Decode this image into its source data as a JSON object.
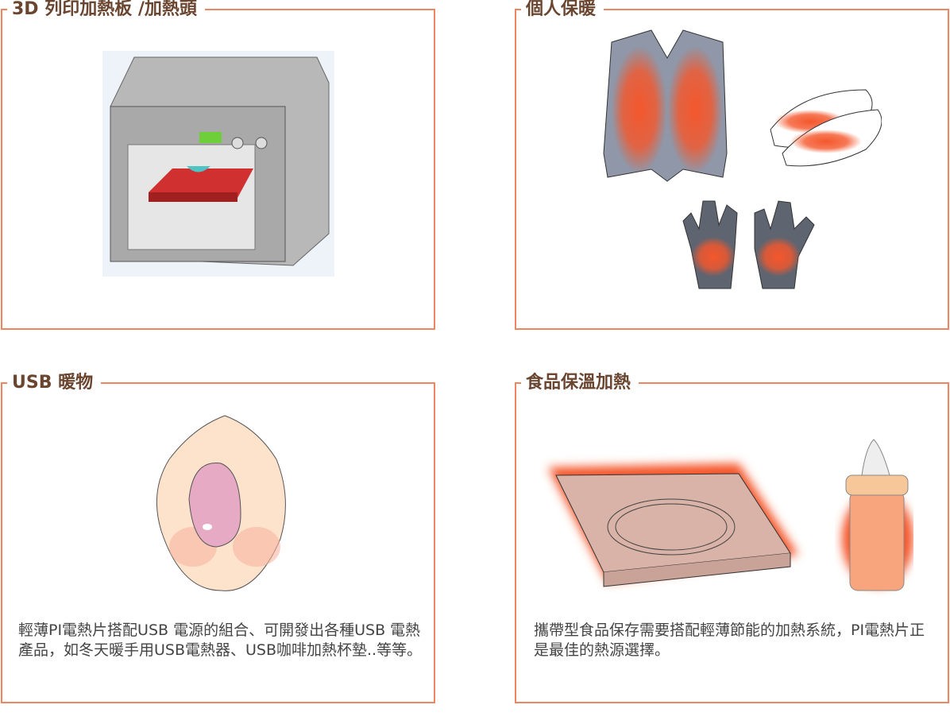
{
  "panels": [
    {
      "title": "3D 列印加熱板 /加熱頭"
    },
    {
      "title": "個人保暖"
    },
    {
      "title": "USB 暖物",
      "description": "輕薄PI電熱片搭配USB 電源的組合、可開發出各種USB 電熱產品，如冬天暖手用USB電熱器、USB咖啡加熱杯墊..等等。"
    },
    {
      "title": "食品保溫加熱",
      "description": "攜帶型食品保存需要搭配輕薄節能的加熱系統，PI電熱片正是最佳的熱源選擇。"
    }
  ],
  "colors": {
    "border": "#ef8460",
    "title": "#6a4530",
    "heat": "#f4572c"
  }
}
